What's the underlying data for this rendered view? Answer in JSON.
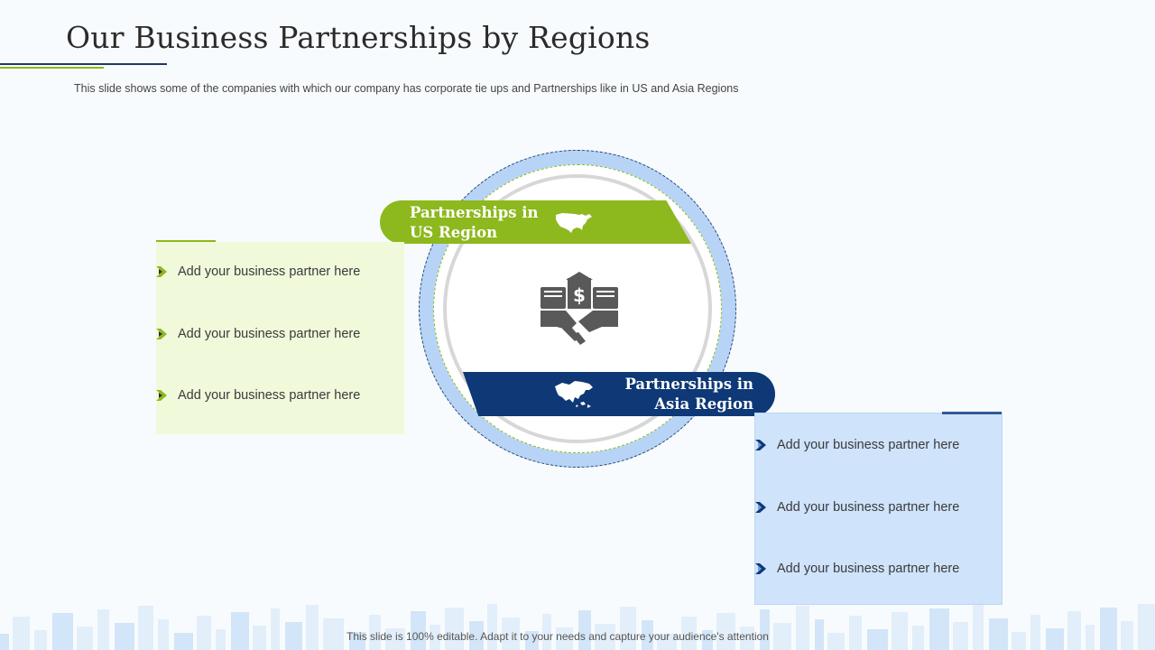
{
  "slide": {
    "title": "Our Business Partnerships by Regions",
    "subtitle": "This slide shows some of the companies with which our company has corporate tie ups and Partnerships like in US and Asia Regions",
    "footer": "This slide is 100% editable. Adapt it to your needs and capture your audience's attention"
  },
  "us_region": {
    "line1": "Partnerships in",
    "line2": "US Region",
    "icon": "usa-map-icon",
    "color": "#8db81e",
    "items": [
      "Add your business partner here",
      "Add your business partner here",
      "Add your business partner here"
    ]
  },
  "asia_region": {
    "line1": "Partnerships in",
    "line2": "Asia Region",
    "icon": "asia-map-icon",
    "color": "#0e3876",
    "items": [
      "Add your business partner here",
      "Add your business partner here",
      "Add your business partner here"
    ]
  },
  "center": {
    "icon": "handshake-bank-icon"
  },
  "colors": {
    "accent_green": "#8db81e",
    "accent_navy": "#0e3876",
    "ring_blue": "#b7d4f7"
  }
}
